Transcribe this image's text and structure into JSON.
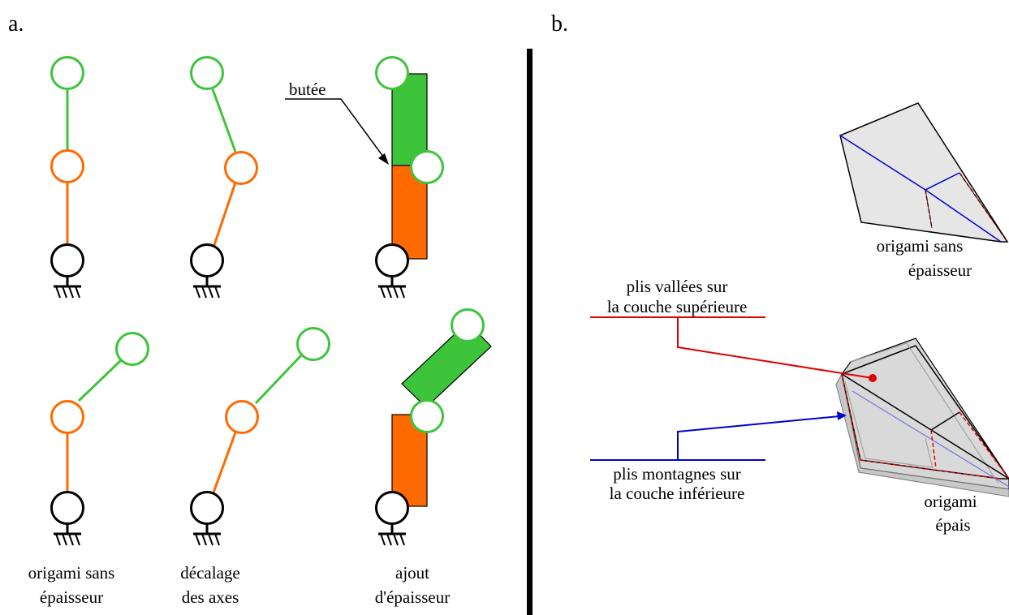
{
  "panel_a": {
    "label": "a.",
    "butee_label": "butée",
    "captions": [
      [
        "origami sans",
        "épaisseur"
      ],
      [
        "décalage",
        "des axes"
      ],
      [
        "ajout",
        "d'épaisseur"
      ]
    ]
  },
  "panel_b": {
    "label": "b.",
    "thin_caption": [
      "origami sans",
      "épaisseur"
    ],
    "thick_caption": [
      "origami",
      "épais"
    ],
    "valley_label": [
      "plis vallées sur",
      "la couche supérieure"
    ],
    "mountain_label": [
      "plis montagnes sur",
      "la couche inférieure"
    ]
  },
  "colors": {
    "green": "#3ec43b",
    "orange": "#ff6a00",
    "black": "#000000",
    "valley_red": "#e00000",
    "mountain_blue": "#0000d0",
    "panel_fill": "#e6e6e6"
  }
}
